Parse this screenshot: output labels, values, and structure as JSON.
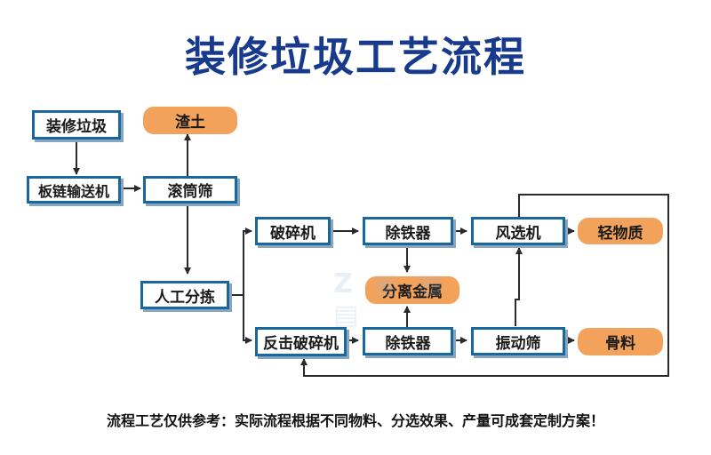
{
  "title": "装修垃圾工艺流程",
  "nodes": {
    "raw": "装修垃圾",
    "soil": "渣土",
    "conveyor": "板链输送机",
    "trommel": "滚筒筛",
    "sorting": "人工分拣",
    "crusher": "破碎机",
    "iron1": "除铁器",
    "air": "风选机",
    "light": "轻物质",
    "metal": "分离金属",
    "impact": "反击破碎机",
    "iron2": "除铁器",
    "vibrating": "振动筛",
    "aggregate": "骨料"
  },
  "footer": "流程工艺仅供参考：实际流程根据不同物料、分选效果、产量可成套定制方案！",
  "colors": {
    "title": "#183a8c",
    "box_border": "#18679e",
    "pill_fill": "#f3a25c",
    "line": "#2a2a2a"
  }
}
